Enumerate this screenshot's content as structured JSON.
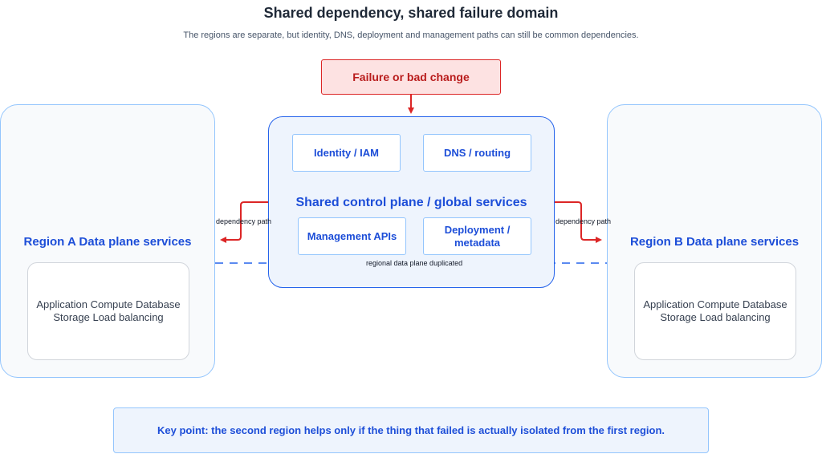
{
  "header": {
    "title": "Shared dependency, shared failure domain",
    "subtitle": "The regions are separate, but identity, DNS, deployment and management paths can still be common dependencies."
  },
  "failure": {
    "label": "Failure or bad change"
  },
  "control_plane": {
    "title": "Shared control plane / global services",
    "services": {
      "identity": "Identity / IAM",
      "dns": "DNS / routing",
      "management": "Management APIs",
      "deployment": "Deployment / metadata"
    }
  },
  "region_a": {
    "title": "Region A Data plane services",
    "services": "Application Compute Database Storage Load balancing"
  },
  "region_b": {
    "title": "Region B Data plane services",
    "services": "Application Compute Database Storage Load balancing"
  },
  "labels": {
    "dependency_path_left": "dependency path",
    "dependency_path_right": "dependency path",
    "duplicated": "regional data plane duplicated"
  },
  "key_point": "Key point: the second region helps only if the thing that failed is actually isolated from the first region.",
  "colors": {
    "accent": "#1d4ed8",
    "failure": "#dc2626",
    "dashed_line": "#2563eb"
  }
}
